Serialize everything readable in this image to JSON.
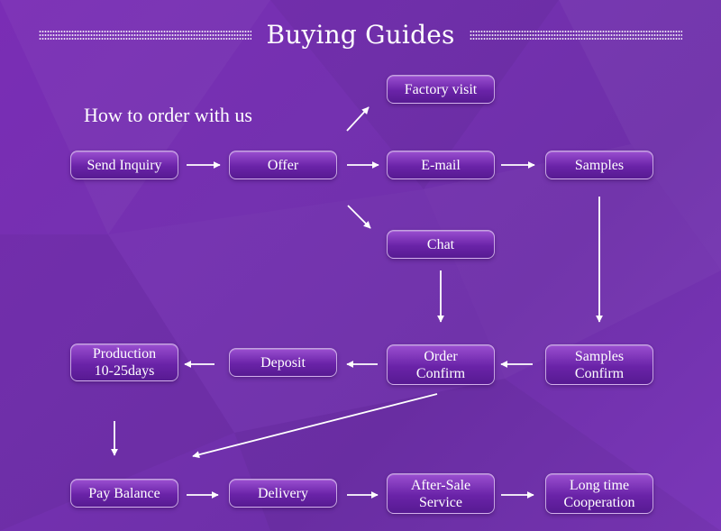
{
  "header": {
    "title": "Buying Guides"
  },
  "subtitle": "How to order with us",
  "nodes": {
    "factory_visit": "Factory visit",
    "send_inquiry": "Send Inquiry",
    "offer": "Offer",
    "email": "E-mail",
    "samples": "Samples",
    "chat": "Chat",
    "production": "Production\n10-25days",
    "deposit": "Deposit",
    "order_confirm": "Order\nConfirm",
    "samples_confirm": "Samples\nConfirm",
    "pay_balance": "Pay Balance",
    "delivery": "Delivery",
    "after_sale": "After-Sale\nService",
    "long_time": "Long time\nCooperation"
  },
  "colors": {
    "background": "#7431b0",
    "box_top": "#9a4fd0",
    "box_bottom": "#571a92",
    "arrow": "#ffffff"
  }
}
